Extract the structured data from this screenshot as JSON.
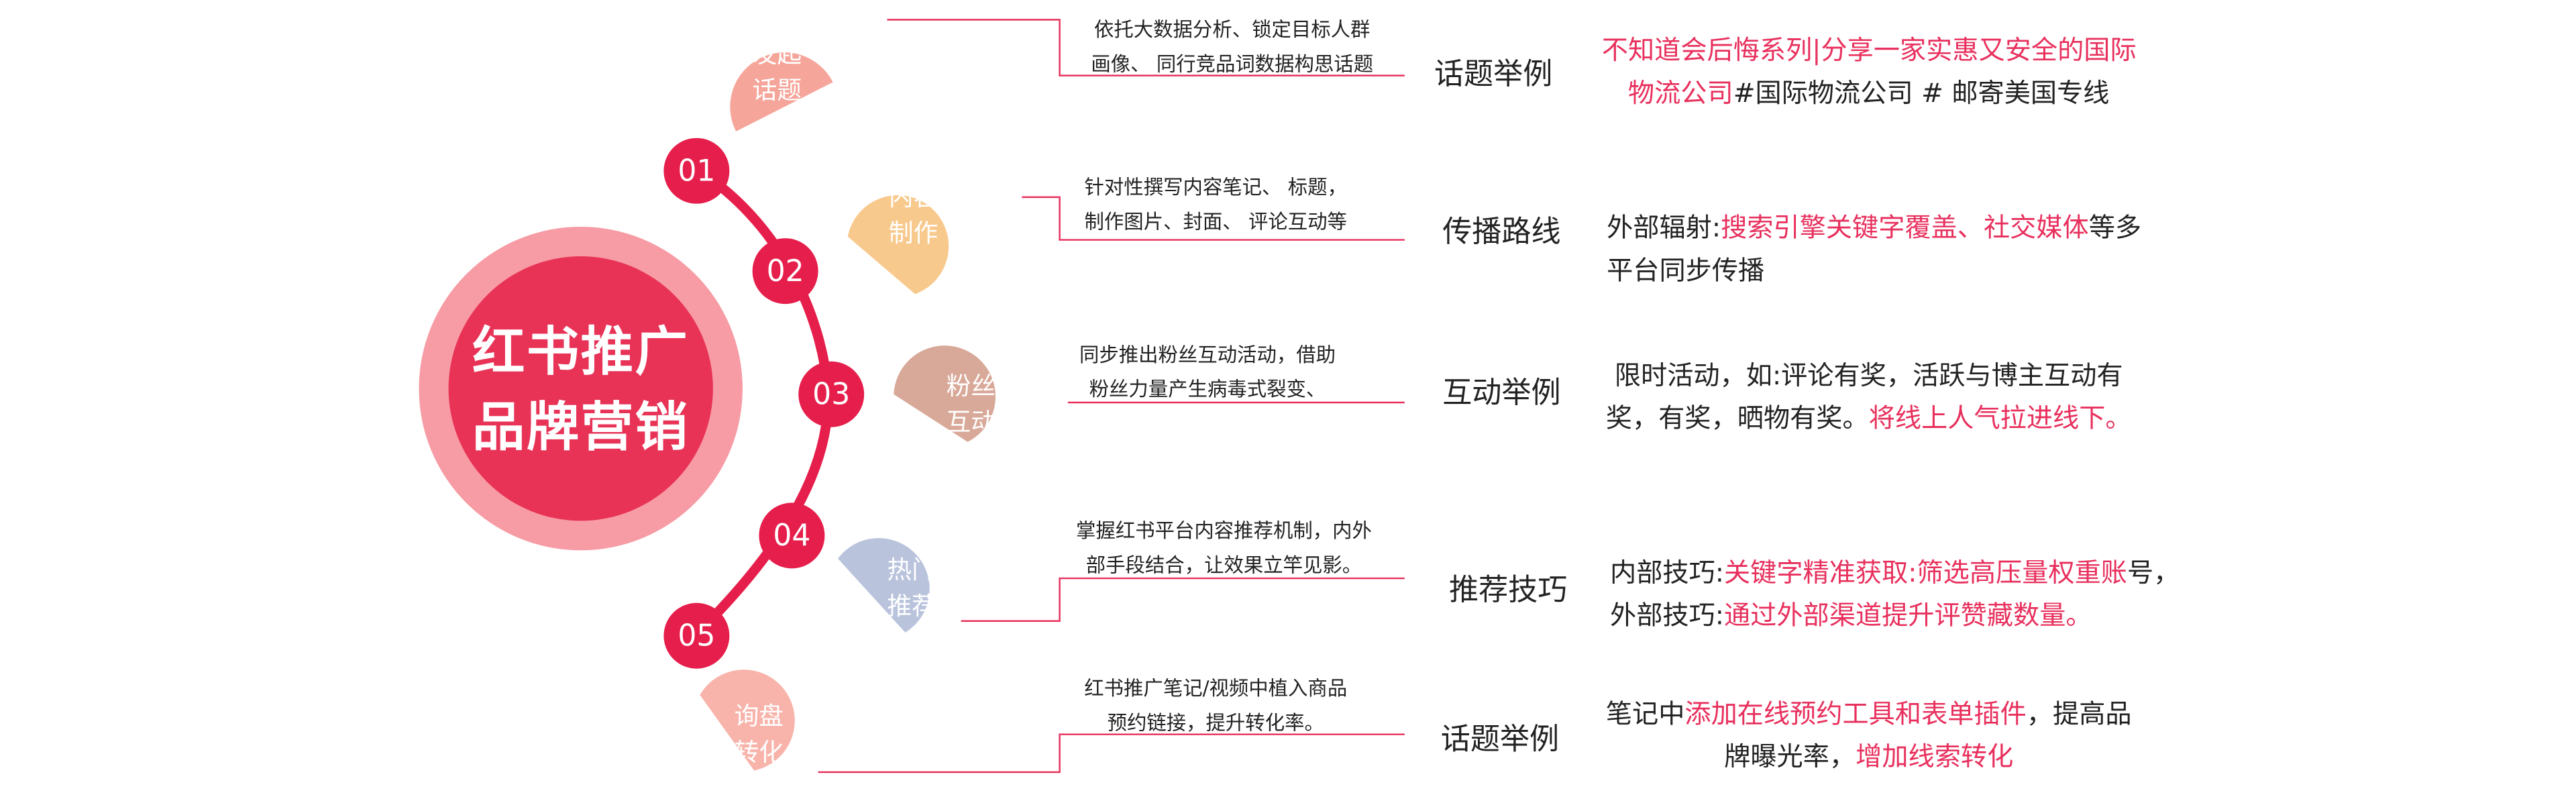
{
  "center": {
    "line1": "红书推广",
    "line2": "品牌营销"
  },
  "numbers": [
    "01",
    "02",
    "03",
    "04",
    "05"
  ],
  "drops": [
    {
      "line1": "发起",
      "line2": "话题",
      "color": "#f6a59a"
    },
    {
      "line1": "内容",
      "line2": "制作",
      "color": "#f8c98c"
    },
    {
      "line1": "粉丝",
      "line2": "互动",
      "color": "#d8a898"
    },
    {
      "line1": "热门",
      "line2": "推荐",
      "color": "#b9c3dc"
    },
    {
      "line1": "询盘",
      "line2": "转化",
      "color": "#f8b3aa"
    }
  ],
  "descriptions": [
    {
      "line1": "依托大数据分析、锁定目标人群",
      "line2": "画像、 同行竞品词数据构思话题"
    },
    {
      "line1": "针对性撰写内容笔记、 标题，",
      "line2": "制作图片、封面、 评论互动等"
    },
    {
      "line1": "同步推出粉丝互动活动，借助",
      "line2": "粉丝力量产生病毒式裂变、"
    },
    {
      "line1": "掌握红书平台内容推荐机制，内外",
      "line2": "部手段结合，让效果立竿见影。"
    },
    {
      "line1": "红书推广笔记/视频中植入商品",
      "line2": "预约链接，提升转化率。"
    }
  ],
  "labels": [
    "话题举例",
    "传播路线",
    "互动举例",
    "推荐技巧",
    "话题举例"
  ],
  "rows": [
    {
      "l1a": "不知道会后悔系列|分享一家实惠又安全的国际",
      "l2a": "物流公司",
      "l2b": "#国际物流公司 # 邮寄美国专线"
    },
    {
      "l1a": "外部辐射:",
      "l1b": "搜索引擎关键字覆盖、社交媒体",
      "l1c": "等多",
      "l2": "平台同步传播"
    },
    {
      "l1": "限时活动，如:评论有奖，活跃与博主互动有",
      "l2a": "奖，有奖，晒物有奖。",
      "l2b": "将线上人气拉进线下。"
    },
    {
      "l1a": "内部技巧:",
      "l1b": "关键字精准获取:筛选高压量权重账",
      "l1c": "号，",
      "l2a": "外部技巧:",
      "l2b": "通过外部渠道提升评赞藏数量。"
    },
    {
      "l1a": "笔记中",
      "l1b": "添加在线预约工具和表单插件",
      "l1c": "，提高品",
      "l2a": "牌曝光率，",
      "l2b": "增加线索转化"
    }
  ],
  "colors": {
    "accent": "#e61e4b",
    "highlight": "#e8305d",
    "center_outer": "#f79ba4",
    "center_inner": "#e83357"
  }
}
